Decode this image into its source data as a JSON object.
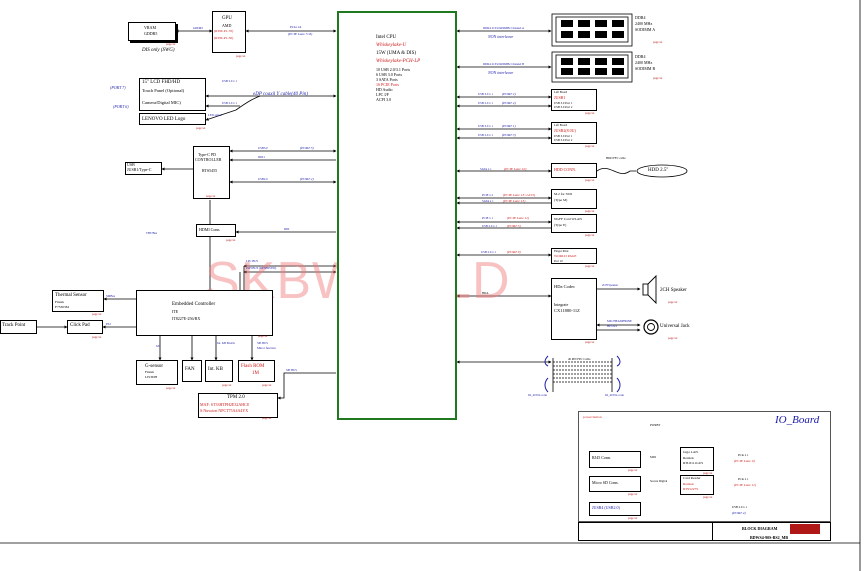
{
  "watermark": "SKBWORLD",
  "cpu": {
    "title": "Intel CPU",
    "line_red_1": "Whiskeylake-U",
    "line_2": "15W (UMA & DIS)",
    "line_red_3": "Whiskeylake-PCH-LP",
    "features": [
      "10 USB 2.0/3.1 Ports",
      "6 USB 3.0 Ports",
      "3 SATA Ports",
      "16 PCIE Ports",
      "HD Audio",
      "LPC I/F",
      "ACPI 3.0"
    ]
  },
  "gpu": {
    "title": "GPU",
    "vendor": "AMD",
    "part1": "(RTM-P1-70)",
    "part2": "(RTM-P1-50)",
    "bus": "PCIe x4",
    "bus_lane": "(PCIE Lane 5~8)",
    "mem_bus": "GDDR5"
  },
  "vram": {
    "line1": "VRAM",
    "line2": "GDDR5"
  },
  "dis_only": "DIS only (SWG)",
  "lcd": {
    "line1": "15\" LCD FHD/HD",
    "line2": "Touch Panel (Optional)",
    "line3": "Camera/Digital MIC)",
    "port7": "(PORT 7)",
    "port6": "(PORT 6)",
    "edp": "eDP coaxil Y cable(40 Pin)",
    "usb_a": "USB 2.0 x 1",
    "usb_b": "USB 2.0 x 1"
  },
  "led_logo": {
    "label": "LENOVO LED Logo",
    "signal": "LED signal"
  },
  "ddr": [
    {
      "line1": "DDR4",
      "line2": "2400 MHz",
      "line3": "SODIMM A",
      "bus": "DDR4 2133/2400MHz Channel A",
      "note": "NON interleave"
    },
    {
      "line1": "DDR4",
      "line2": "2400 MHz",
      "line3": "SODIMM B",
      "bus": "DDR4 2133/2400MHz Channel B",
      "note": "NON interleave"
    }
  ],
  "usb_left": {
    "title": "Left Board",
    "subtitle": "JUSB1",
    "lines": [
      "USB 3.0 Port 1",
      "USB 3.0 Port 2"
    ],
    "bus1": "USB 3.0 x 1",
    "port1": "(PORT 2)",
    "bus2": "USB 2.0 x 1",
    "port2": "(PORT 4)"
  },
  "usb_right": {
    "title": "Left Board",
    "subtitle": "JUSB2(8.0U)",
    "lines": [
      "USB 3.0 Port 1",
      "USB 3.0 Port 2"
    ],
    "bus1": "USB 3.0 x 1",
    "port1": "(PORT 1)",
    "bus2": "USB 2.0 x 1",
    "port2": "(PORT 3)"
  },
  "typec": {
    "title": "Type-C PD",
    "sub": "CONTROLLER",
    "part": "RTS5455",
    "usb_label": "USB",
    "usb_line": "JUSB1/Type-C",
    "bus1": "USB3.0",
    "port1": "(PORT 3)",
    "bus2": "DDI1",
    "bus3": "USB2.0",
    "port3": "(PORT 2)",
    "tbt": "TBT/Bus"
  },
  "hdmi": {
    "label": "HDMI Conn.",
    "bus": "DDI"
  },
  "hdd": {
    "conn": "HDD CONN.",
    "bus": "SATA x 1",
    "lane": "(PCIE Lane 10)",
    "cable": "HDD FFC cable",
    "drive": "HDD 2.5\""
  },
  "ssd": {
    "line1": "M.2 for SSD",
    "line2": "(Type M)",
    "bus1": "PCIE x 2",
    "lane1": "(PCIE Lane 13~14/15)",
    "bus2": "SATA x 1",
    "lane2": "(PCIE Lane 13)"
  },
  "wlan": {
    "line1": "NGFF Card WLAN",
    "line2": "(Type E)",
    "bus1": "PCIE x 1",
    "lane1": "(PCIE Lane 11)",
    "bus2": "USB 2.0 x 1",
    "lane2": "(PORT 5)"
  },
  "finger": {
    "line1": "Finger Print",
    "line2": "WORLD PAGE",
    "line3": "Port 10",
    "bus": "USB 2.0 x 1",
    "port": "(PORT 9)"
  },
  "audio": {
    "title": "HDa Codec",
    "line2": "Integrate",
    "line3": "CX11880-11Z",
    "bus": "HDA",
    "spk_bus": "2CH Speaker",
    "speaker": "2CH Speaker",
    "jack_bus1": "MIC/HEADPHONE",
    "jack_bus2": "HP OUT",
    "jack": "Universal Jack"
  },
  "ec": {
    "title": "Embedded Controller",
    "part1": "ITE",
    "part2": "IT8227E-256/BX",
    "lpc": "LPC BUS",
    "espi": "eSPI BUS (RESERVED)",
    "smb": "SMBus",
    "ps2": "PS2",
    "i2c": "I2C",
    "kb_matrix": "Int. KB Matrix",
    "spi": "SPI BUS",
    "mirror": "Mirror function",
    "spi2": "SPI BUS"
  },
  "thermal": {
    "line1": "Thermal Sensor",
    "line2": "Fintek",
    "line3": "F75303M"
  },
  "trackpoint": "Track Point",
  "clickpad": "Click Pad",
  "gsensor": {
    "line1": "G-sensor",
    "line2": "Fintek",
    "line3": "LIS3DH"
  },
  "fan": "FAN",
  "kb": "Int. KB",
  "flash": {
    "line1": "Flash ROM",
    "line2": "1M"
  },
  "tpm": {
    "title": "TPM 2.0",
    "line2": "MAF: ST33HTPH2E32AHC8",
    "line3": "S:Nuvoton NPCT75A4A4YX"
  },
  "io_cable": {
    "label": "40 PIN FPC Cable",
    "left": "IO_40 Pin conn",
    "right": "IO_40 Pin conn"
  },
  "io_board": {
    "title": "IO_Board",
    "power_button": "power button",
    "pwrbt": "PWRBT",
    "rj45": "RJ45 Conn.",
    "mdi": "MDI",
    "lan_line1": "Giga LAN",
    "lan_line2": "Realtek",
    "lan_line3": "RTL8111GUS",
    "lan_bus": "PCIe x 1",
    "lan_lane": "(PCIE Lane 9)",
    "sd": "Micro SD Conn.",
    "sd_bus": "Secure Digital",
    "card_line1": "Card Reader",
    "card_line2": "Realtek",
    "card_line3": "RTS5227S",
    "card_bus": "PCIe x 1",
    "card_lane": "(PCIE Lane 11)",
    "jusb": "JUSB4 (USB2.0)",
    "jusb_bus": "USB 2.0 x 1",
    "jusb_port": "(PORT 4)"
  },
  "title_block": {
    "label": "BLOCK DIAGRAM",
    "doc": "BDWS4-90S-BS2_MB"
  },
  "page_tag": "page xx"
}
